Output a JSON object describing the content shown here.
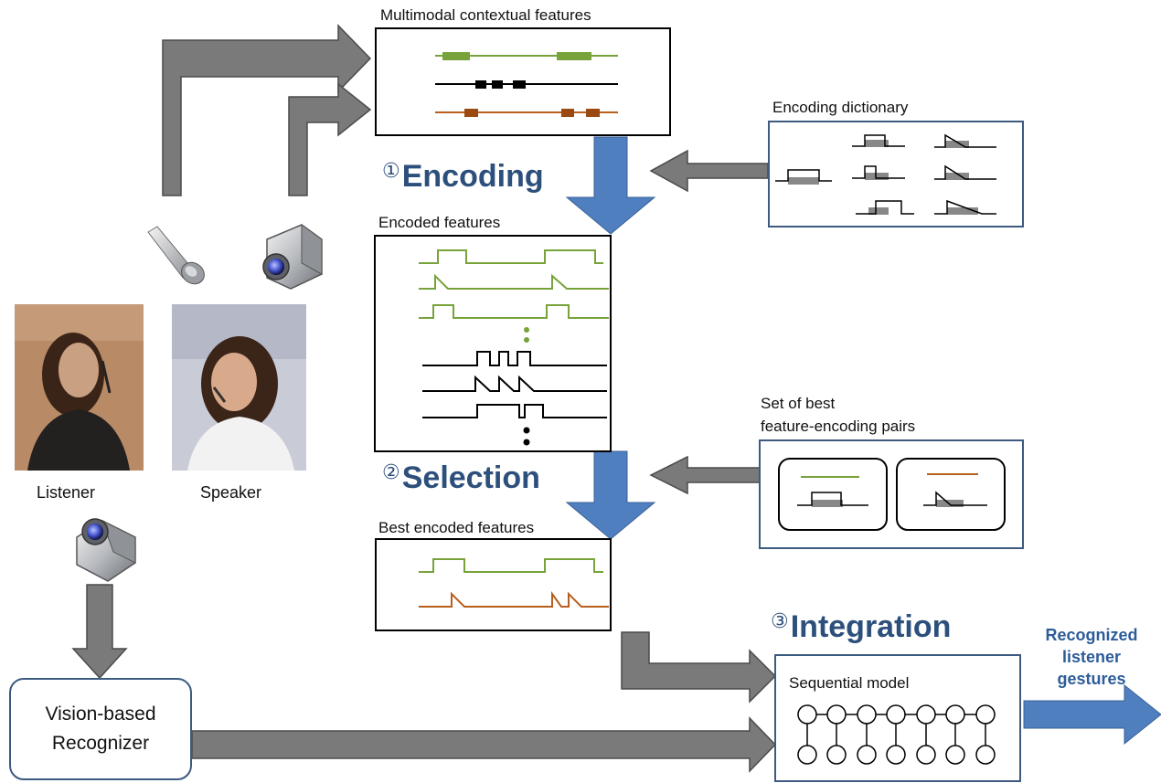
{
  "labels": {
    "multimodal": "Multimodal contextual features",
    "encoding_dict": "Encoding dictionary",
    "encoded": "Encoded features",
    "best_set": "Set of best\nfeature-encoding pairs",
    "best_encoded": "Best encoded features",
    "sequential": "Sequential model",
    "listener": "Listener",
    "speaker": "Speaker",
    "recognizer": "Vision-based\nRecognizer",
    "output": "Recognized\nlistener\ngestures"
  },
  "steps": [
    {
      "num": "①",
      "word": "Encoding"
    },
    {
      "num": "②",
      "word": "Selection"
    },
    {
      "num": "③",
      "word": "Integration"
    }
  ],
  "icons": [
    "microphone-icon",
    "video-camera-icon"
  ],
  "colors": {
    "green": "#77a33a",
    "black": "#000000",
    "orange": "#b85f1e",
    "blue_arrow": "#4f7fbf",
    "gray_arrow": "#7a7a7a",
    "box_border_blue": "#3d5a80",
    "step_text": "#2c4f7c"
  }
}
